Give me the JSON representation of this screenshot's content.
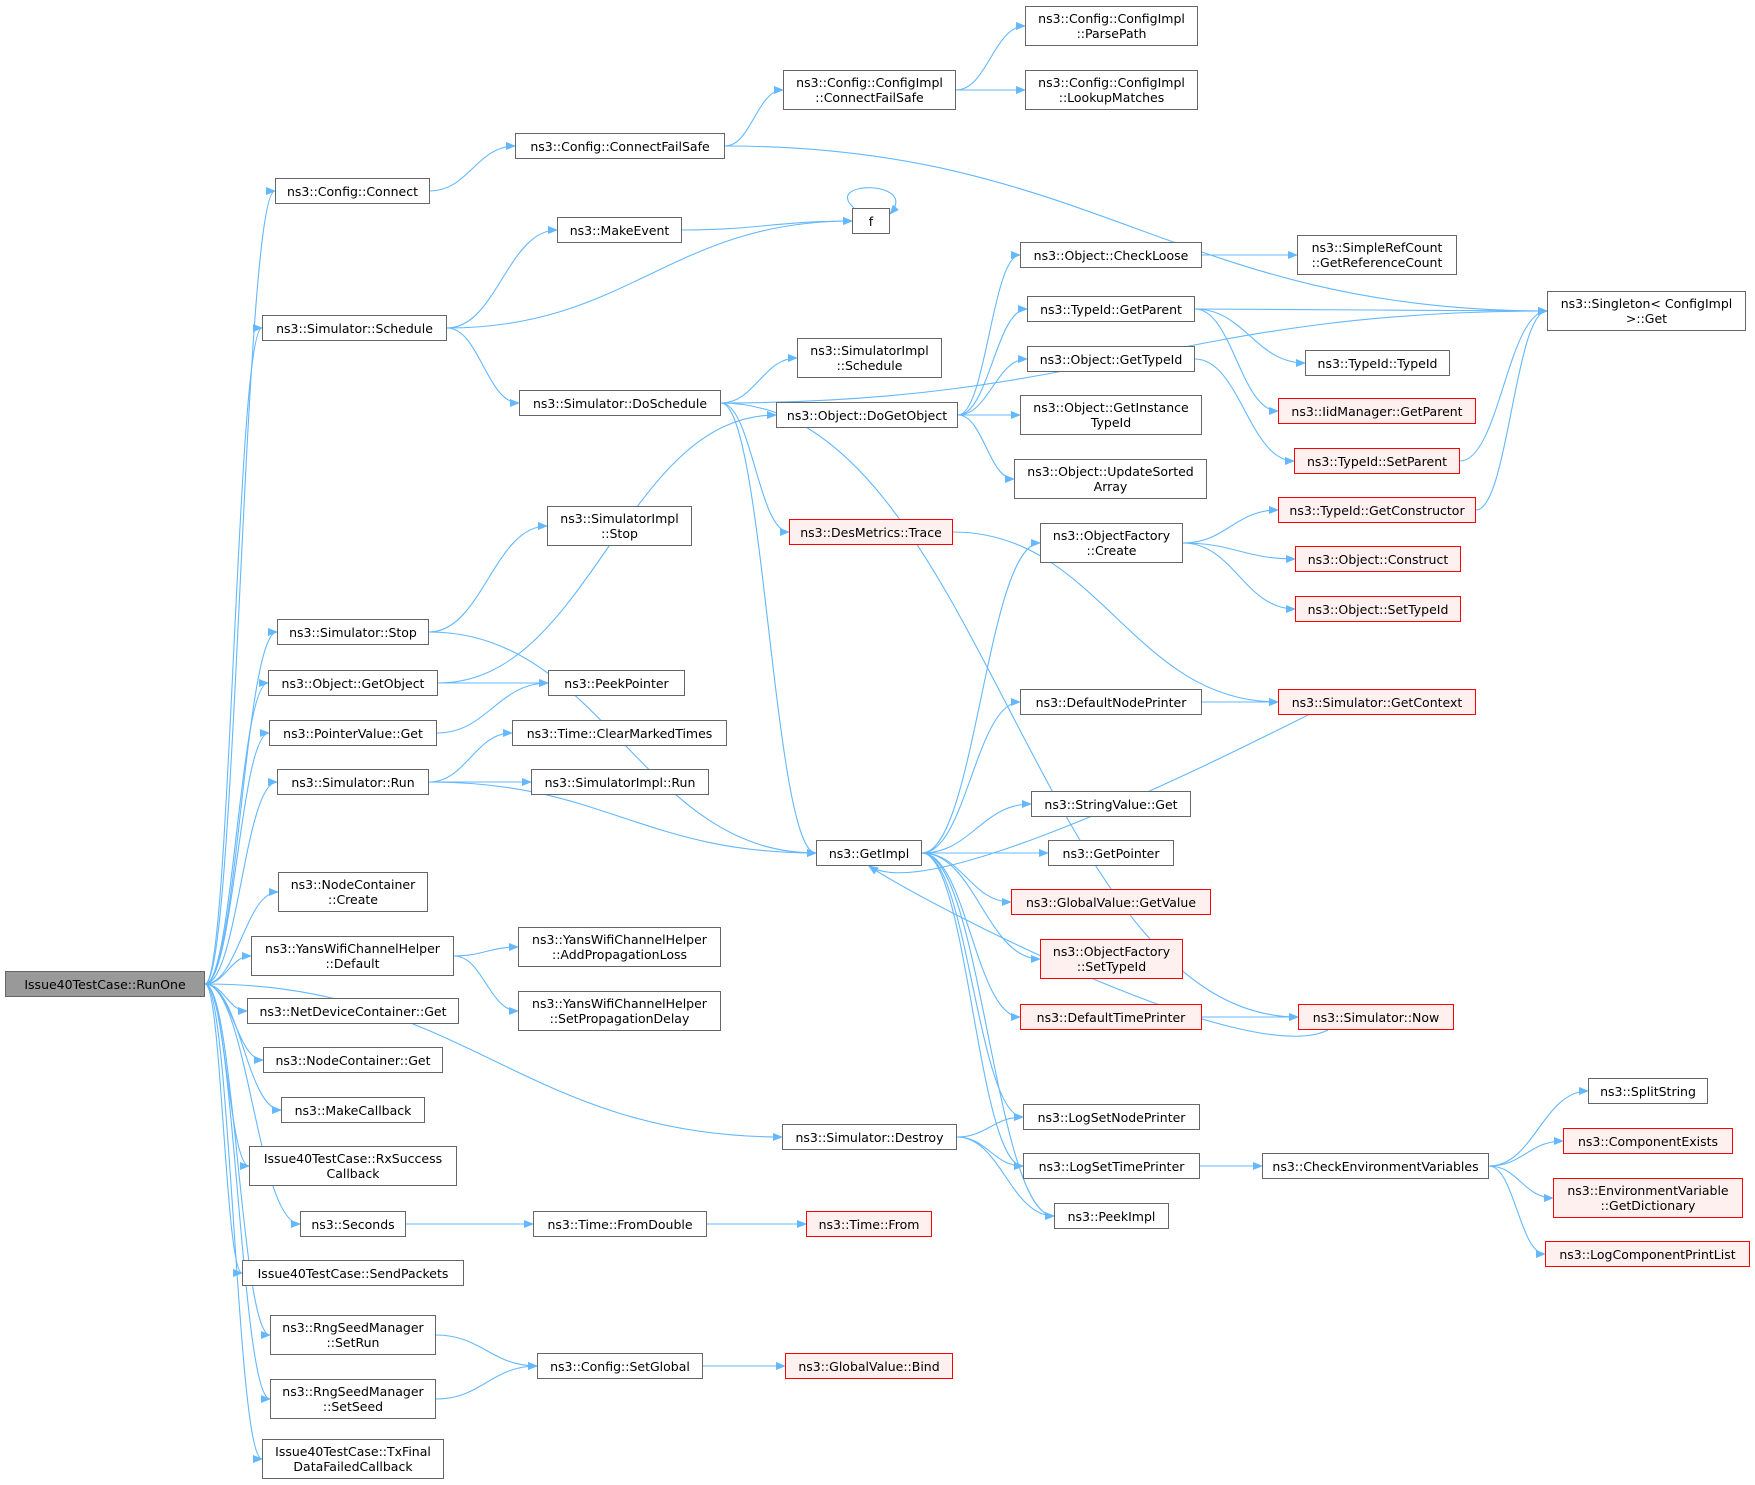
{
  "colors": {
    "edge": "#63b8ff",
    "border": "#666666",
    "red_border": "#ff0000",
    "red_fill": "#fff0f0",
    "root_fill": "#999999"
  },
  "nodes": {
    "runone": [
      "Issue40TestCase::RunOne"
    ],
    "config_connect": [
      "ns3::Config::Connect"
    ],
    "connect_failsafe": [
      "ns3::Config::ConnectFailSafe"
    ],
    "configimpl_connectfailsafe": [
      "ns3::Config::ConfigImpl",
      "::ConnectFailSafe"
    ],
    "parsepath": [
      "ns3::Config::ConfigImpl",
      "::ParsePath"
    ],
    "lookupmatches": [
      "ns3::Config::ConfigImpl",
      "::LookupMatches"
    ],
    "singleton_get": [
      "ns3::Singleton< ConfigImpl",
      " >::Get"
    ],
    "makeevent": [
      "ns3::MakeEvent"
    ],
    "f": [
      "f"
    ],
    "sim_schedule": [
      "ns3::Simulator::Schedule"
    ],
    "simimpl_schedule": [
      "ns3::SimulatorImpl",
      "::Schedule"
    ],
    "doschedule": [
      "ns3::Simulator::DoSchedule"
    ],
    "dogetobject": [
      "ns3::Object::DoGetObject"
    ],
    "checkloose": [
      "ns3::Object::CheckLoose"
    ],
    "getreferencecount": [
      "ns3::SimpleRefCount",
      "::GetReferenceCount"
    ],
    "typeid_getparent": [
      "ns3::TypeId::GetParent"
    ],
    "typeid_typeid": [
      "ns3::TypeId::TypeId"
    ],
    "iidmanager_getparent": [
      "ns3::IidManager::GetParent"
    ],
    "object_gettypeid": [
      "ns3::Object::GetTypeId"
    ],
    "typeid_setparent": [
      "ns3::TypeId::SetParent"
    ],
    "getinstancetypeid": [
      "ns3::Object::GetInstance",
      "TypeId"
    ],
    "updatesortedarray": [
      "ns3::Object::UpdateSorted",
      "Array"
    ],
    "simimpl_stop": [
      "ns3::SimulatorImpl",
      "::Stop"
    ],
    "desmetrics_trace": [
      "ns3::DesMetrics::Trace"
    ],
    "objectfactory_create": [
      "ns3::ObjectFactory",
      "::Create"
    ],
    "getconstructor": [
      "ns3::TypeId::GetConstructor"
    ],
    "object_construct": [
      "ns3::Object::Construct"
    ],
    "object_settypeid": [
      "ns3::Object::SetTypeId"
    ],
    "sim_stop": [
      "ns3::Simulator::Stop"
    ],
    "object_getobject": [
      "ns3::Object::GetObject"
    ],
    "peekpointer": [
      "ns3::PeekPointer"
    ],
    "pointervalue_get": [
      "ns3::PointerValue::Get"
    ],
    "clearmarkedtimes": [
      "ns3::Time::ClearMarkedTimes"
    ],
    "sim_run": [
      "ns3::Simulator::Run"
    ],
    "simimpl_run": [
      "ns3::SimulatorImpl::Run"
    ],
    "defaultnodeprinter": [
      "ns3::DefaultNodePrinter"
    ],
    "getcontext": [
      "ns3::Simulator::GetContext"
    ],
    "stringvalue_get": [
      "ns3::StringValue::Get"
    ],
    "getimpl": [
      "ns3::GetImpl"
    ],
    "getpointer": [
      "ns3::GetPointer"
    ],
    "globalvalue_getvalue": [
      "ns3::GlobalValue::GetValue"
    ],
    "objectfactory_settypeid": [
      "ns3::ObjectFactory",
      "::SetTypeId"
    ],
    "defaulttimeprinter": [
      "ns3::DefaultTimePrinter"
    ],
    "sim_now": [
      "ns3::Simulator::Now"
    ],
    "nodecontainer_create": [
      "ns3::NodeContainer",
      "::Create"
    ],
    "yans_default": [
      "ns3::YansWifiChannelHelper",
      "::Default"
    ],
    "yans_addloss": [
      "ns3::YansWifiChannelHelper",
      "::AddPropagationLoss"
    ],
    "yans_setdelay": [
      "ns3::YansWifiChannelHelper",
      "::SetPropagationDelay"
    ],
    "netdevicecontainer_get": [
      "ns3::NetDeviceContainer::Get"
    ],
    "nodecontainer_get": [
      "ns3::NodeContainer::Get"
    ],
    "makecallback": [
      "ns3::MakeCallback"
    ],
    "rxsuccess": [
      "Issue40TestCase::RxSuccess",
      "Callback"
    ],
    "seconds": [
      "ns3::Seconds"
    ],
    "fromdouble": [
      "ns3::Time::FromDouble"
    ],
    "time_from": [
      "ns3::Time::From"
    ],
    "sendpackets": [
      "Issue40TestCase::SendPackets"
    ],
    "setrun": [
      "ns3::RngSeedManager",
      "::SetRun"
    ],
    "setseed": [
      "ns3::RngSeedManager",
      "::SetSeed"
    ],
    "setglobal": [
      "ns3::Config::SetGlobal"
    ],
    "globalvalue_bind": [
      "ns3::GlobalValue::Bind"
    ],
    "txfinal": [
      "Issue40TestCase::TxFinal",
      "DataFailedCallback"
    ],
    "sim_destroy": [
      "ns3::Simulator::Destroy"
    ],
    "logsetnodeprinter": [
      "ns3::LogSetNodePrinter"
    ],
    "logsettimeprinter": [
      "ns3::LogSetTimePrinter"
    ],
    "checkenv": [
      "ns3::CheckEnvironmentVariables"
    ],
    "peekimpl": [
      "ns3::PeekImpl"
    ],
    "splitstring": [
      "ns3::SplitString"
    ],
    "componentexists": [
      "ns3::ComponentExists"
    ],
    "getdictionary": [
      "ns3::EnvironmentVariable",
      "::GetDictionary"
    ],
    "logcomponentprintlist": [
      "ns3::LogComponentPrintList"
    ]
  }
}
